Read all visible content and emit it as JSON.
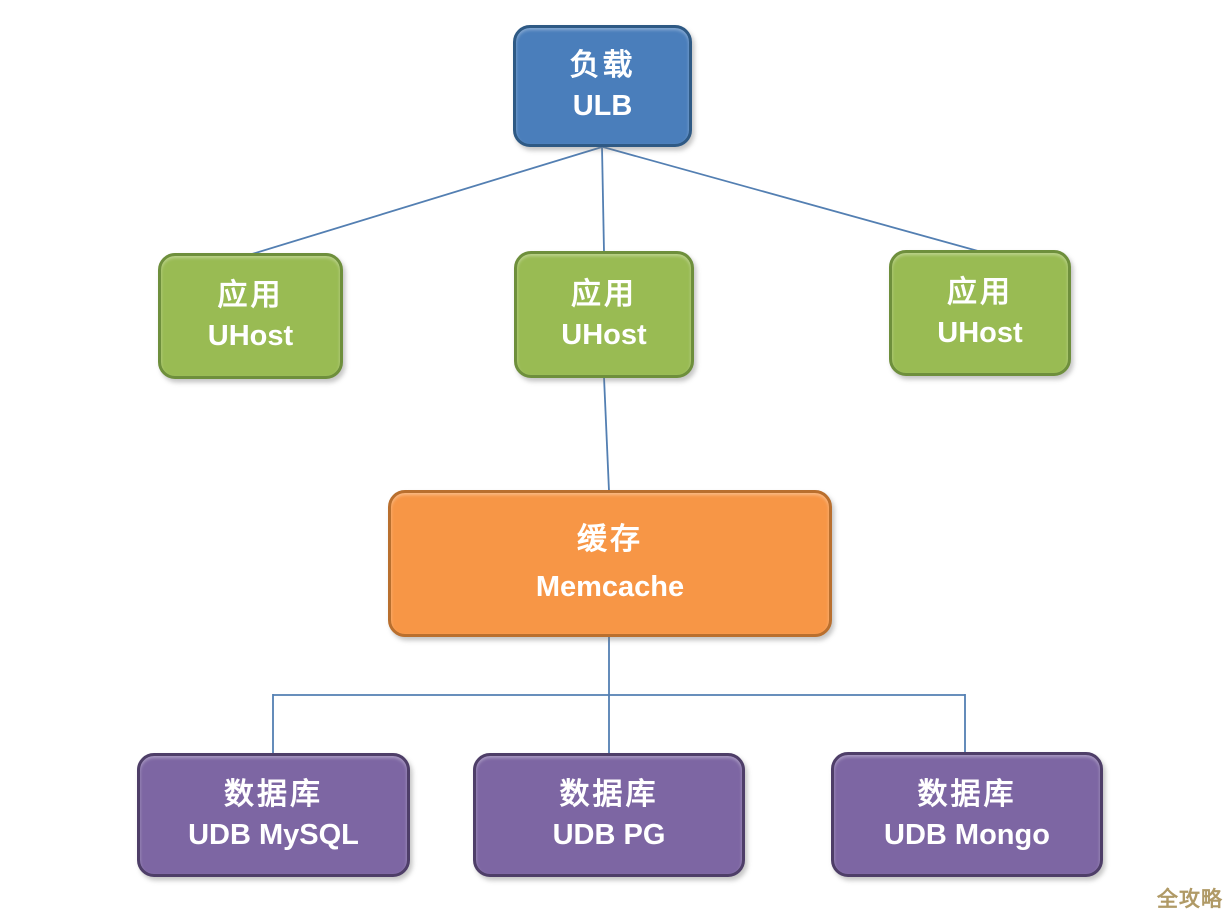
{
  "nodes": {
    "ulb": {
      "title": "负载",
      "subtitle": "ULB"
    },
    "uhost1": {
      "title": "应用",
      "subtitle": "UHost"
    },
    "uhost2": {
      "title": "应用",
      "subtitle": "UHost"
    },
    "uhost3": {
      "title": "应用",
      "subtitle": "UHost"
    },
    "memcache": {
      "title": "缓存",
      "subtitle": "Memcache"
    },
    "udb_mysql": {
      "title": "数据库",
      "subtitle": "UDB MySQL"
    },
    "udb_pg": {
      "title": "数据库",
      "subtitle": "UDB PG"
    },
    "udb_mongo": {
      "title": "数据库",
      "subtitle": "UDB Mongo"
    }
  },
  "edges": [
    {
      "from": "ulb",
      "to": "uhost1"
    },
    {
      "from": "ulb",
      "to": "uhost2"
    },
    {
      "from": "ulb",
      "to": "uhost3"
    },
    {
      "from": "uhost2",
      "to": "memcache"
    },
    {
      "from": "memcache",
      "to": "udb_mysql"
    },
    {
      "from": "memcache",
      "to": "udb_pg"
    },
    {
      "from": "memcache",
      "to": "udb_mongo"
    }
  ],
  "watermark": {
    "text": "全攻略"
  },
  "palette": {
    "node-blue": "#4a7ebb",
    "node-blue-border": "#2e5984",
    "node-green": "#99bb53",
    "node-green-border": "#6e8f3c",
    "node-orange": "#f79646",
    "node-orange-border": "#b96f2e",
    "node-purple": "#7d66a3",
    "node-purple-border": "#4e3e68",
    "connector": "#537fb2",
    "watermark": "#b09a66",
    "text": "#ffffff",
    "background": "#ffffff"
  }
}
